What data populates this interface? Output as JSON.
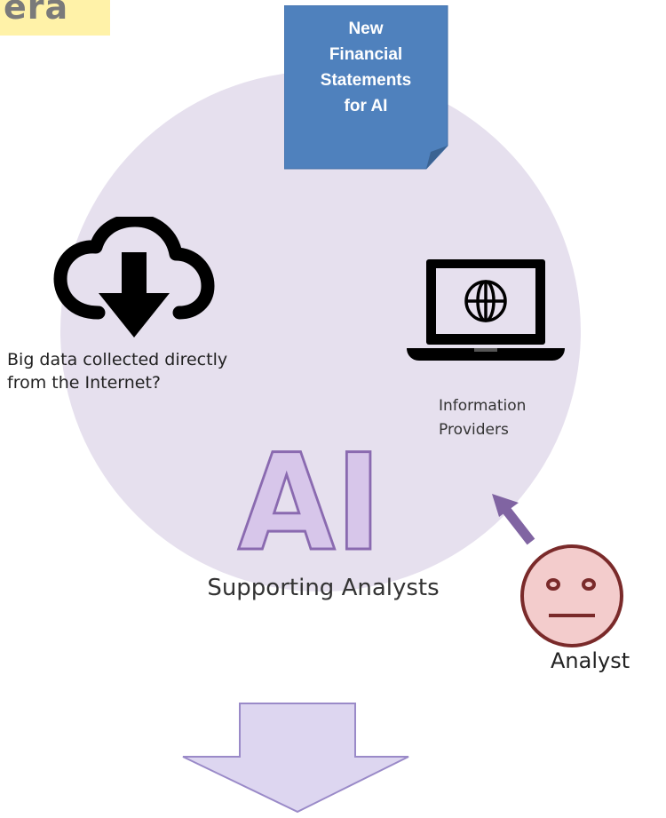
{
  "corner_label": "era",
  "note": {
    "text": "New\nFinancial\nStatements\nfor AI",
    "fill": "#4f81bd",
    "fold": "#3b6392"
  },
  "circle_fill": "#e6e0ee",
  "cloud": {
    "icon": "cloud-download-icon",
    "caption": "Big data collected directly\nfrom the Internet?"
  },
  "laptop": {
    "icon": "laptop-globe-icon",
    "caption": "Information\nProviders"
  },
  "ai_logo": {
    "text": "AI",
    "fill": "#d7c6ea",
    "stroke": "#8a6ab0"
  },
  "supporting_label": "Supporting Analysts",
  "analyst": {
    "icon": "neutral-face-icon",
    "label": "Analyst",
    "face_fill": "#f3cccc",
    "face_stroke": "#7a2a2a"
  },
  "arrow_color": "#8064a2",
  "down_arrow": {
    "fill": "#ddd6f0",
    "stroke": "#9a8ac8"
  }
}
